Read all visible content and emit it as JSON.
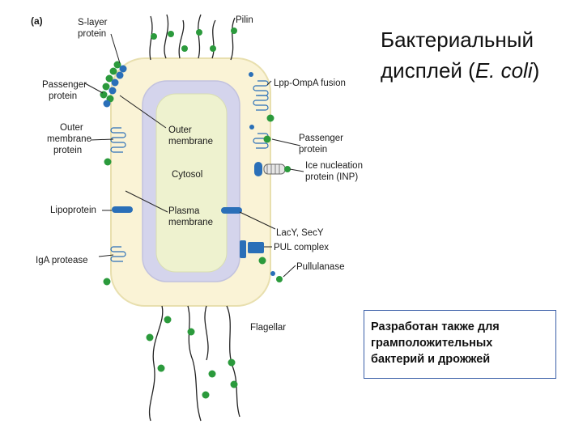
{
  "panel_label": "(a)",
  "title": {
    "line1": "Бактериальный",
    "line2_prefix": "дисплей (",
    "line2_italic": "E. coli",
    "line2_suffix": ")"
  },
  "note": {
    "line1": "Разработан также для",
    "line2": "грамположительных",
    "line3": "бактерий и дрожжей"
  },
  "labels": {
    "s_layer_1": "S-layer",
    "s_layer_2": "protein",
    "pilin": "Pilin",
    "passenger_left_1": "Passenger",
    "passenger_left_2": "protein",
    "lpp_ompa": "Lpp-OmpA fusion",
    "outer_mem_protein_1": "Outer",
    "outer_mem_protein_2": "membrane",
    "outer_mem_protein_3": "protein",
    "outer_membrane_1": "Outer",
    "outer_membrane_2": "membrane",
    "passenger_right_1": "Passenger",
    "passenger_right_2": "protein",
    "cytosol": "Cytosol",
    "ice_nucleation_1": "Ice nucleation",
    "ice_nucleation_2": "protein (INP)",
    "lipoprotein": "Lipoprotein",
    "plasma_membrane_1": "Plasma",
    "plasma_membrane_2": "membrane",
    "lacy_secy": "LacY, SecY",
    "pul_complex": "PUL complex",
    "iga_protease": "IgA protease",
    "pullulanase": "Pullulanase",
    "flagellar": "Flagellar"
  },
  "colors": {
    "outer_fill": "#faf3d6",
    "outer_stroke": "#e8dfae",
    "periplasm_fill": "#d4d4ec",
    "cytoplasm_fill": "#eef2cf",
    "protein_blue": "#2a6fb8",
    "passenger_green": "#2b9a3c",
    "box_border": "#3b5fa8"
  }
}
